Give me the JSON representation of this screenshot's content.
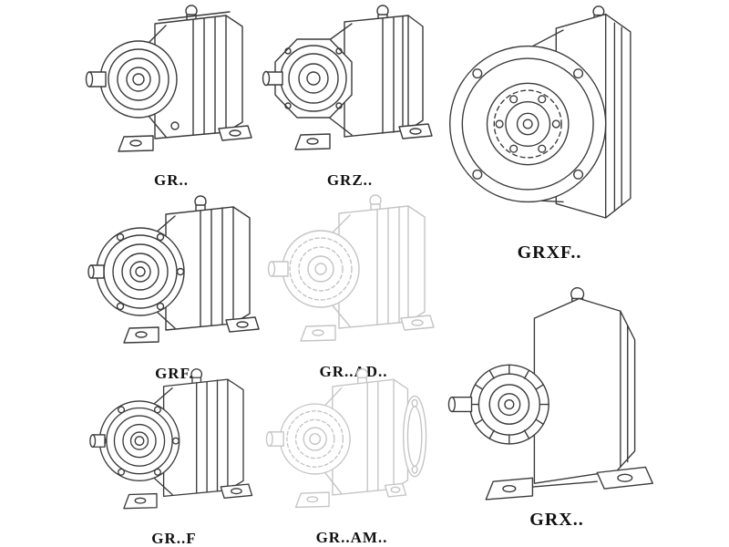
{
  "page": {
    "background": "#ffffff"
  },
  "colors": {
    "line": "#3a3a3a",
    "ghost": "#c4c4c4",
    "label": "#111111"
  },
  "figures": [
    {
      "id": "gr",
      "label": "GR..",
      "style": "solid",
      "drawing": "foot-mounted-helical-gear-unit"
    },
    {
      "id": "grz",
      "label": "GRZ..",
      "style": "solid",
      "drawing": "foot-mounted-gear-unit-octagonal-endplate"
    },
    {
      "id": "grxf",
      "label": "GRXF..",
      "style": "solid",
      "drawing": "flange-mounted-gear-unit-large-flange"
    },
    {
      "id": "grf",
      "label": "GRF..",
      "style": "solid",
      "drawing": "flange-and-foot-gear-unit"
    },
    {
      "id": "gr-ad",
      "label": "GR..AD..",
      "style": "ghost",
      "drawing": "gear-unit-with-input-adapter-ghost"
    },
    {
      "id": "gr-f",
      "label": "GR..F",
      "style": "solid",
      "drawing": "flange-and-foot-gear-unit"
    },
    {
      "id": "gr-am",
      "label": "GR..AM..",
      "style": "ghost",
      "drawing": "gear-unit-with-motor-adapter-flange-ghost"
    },
    {
      "id": "grx",
      "label": "GRX..",
      "style": "solid",
      "drawing": "large-foot-mounted-gear-unit-ribbed-bearing"
    }
  ]
}
